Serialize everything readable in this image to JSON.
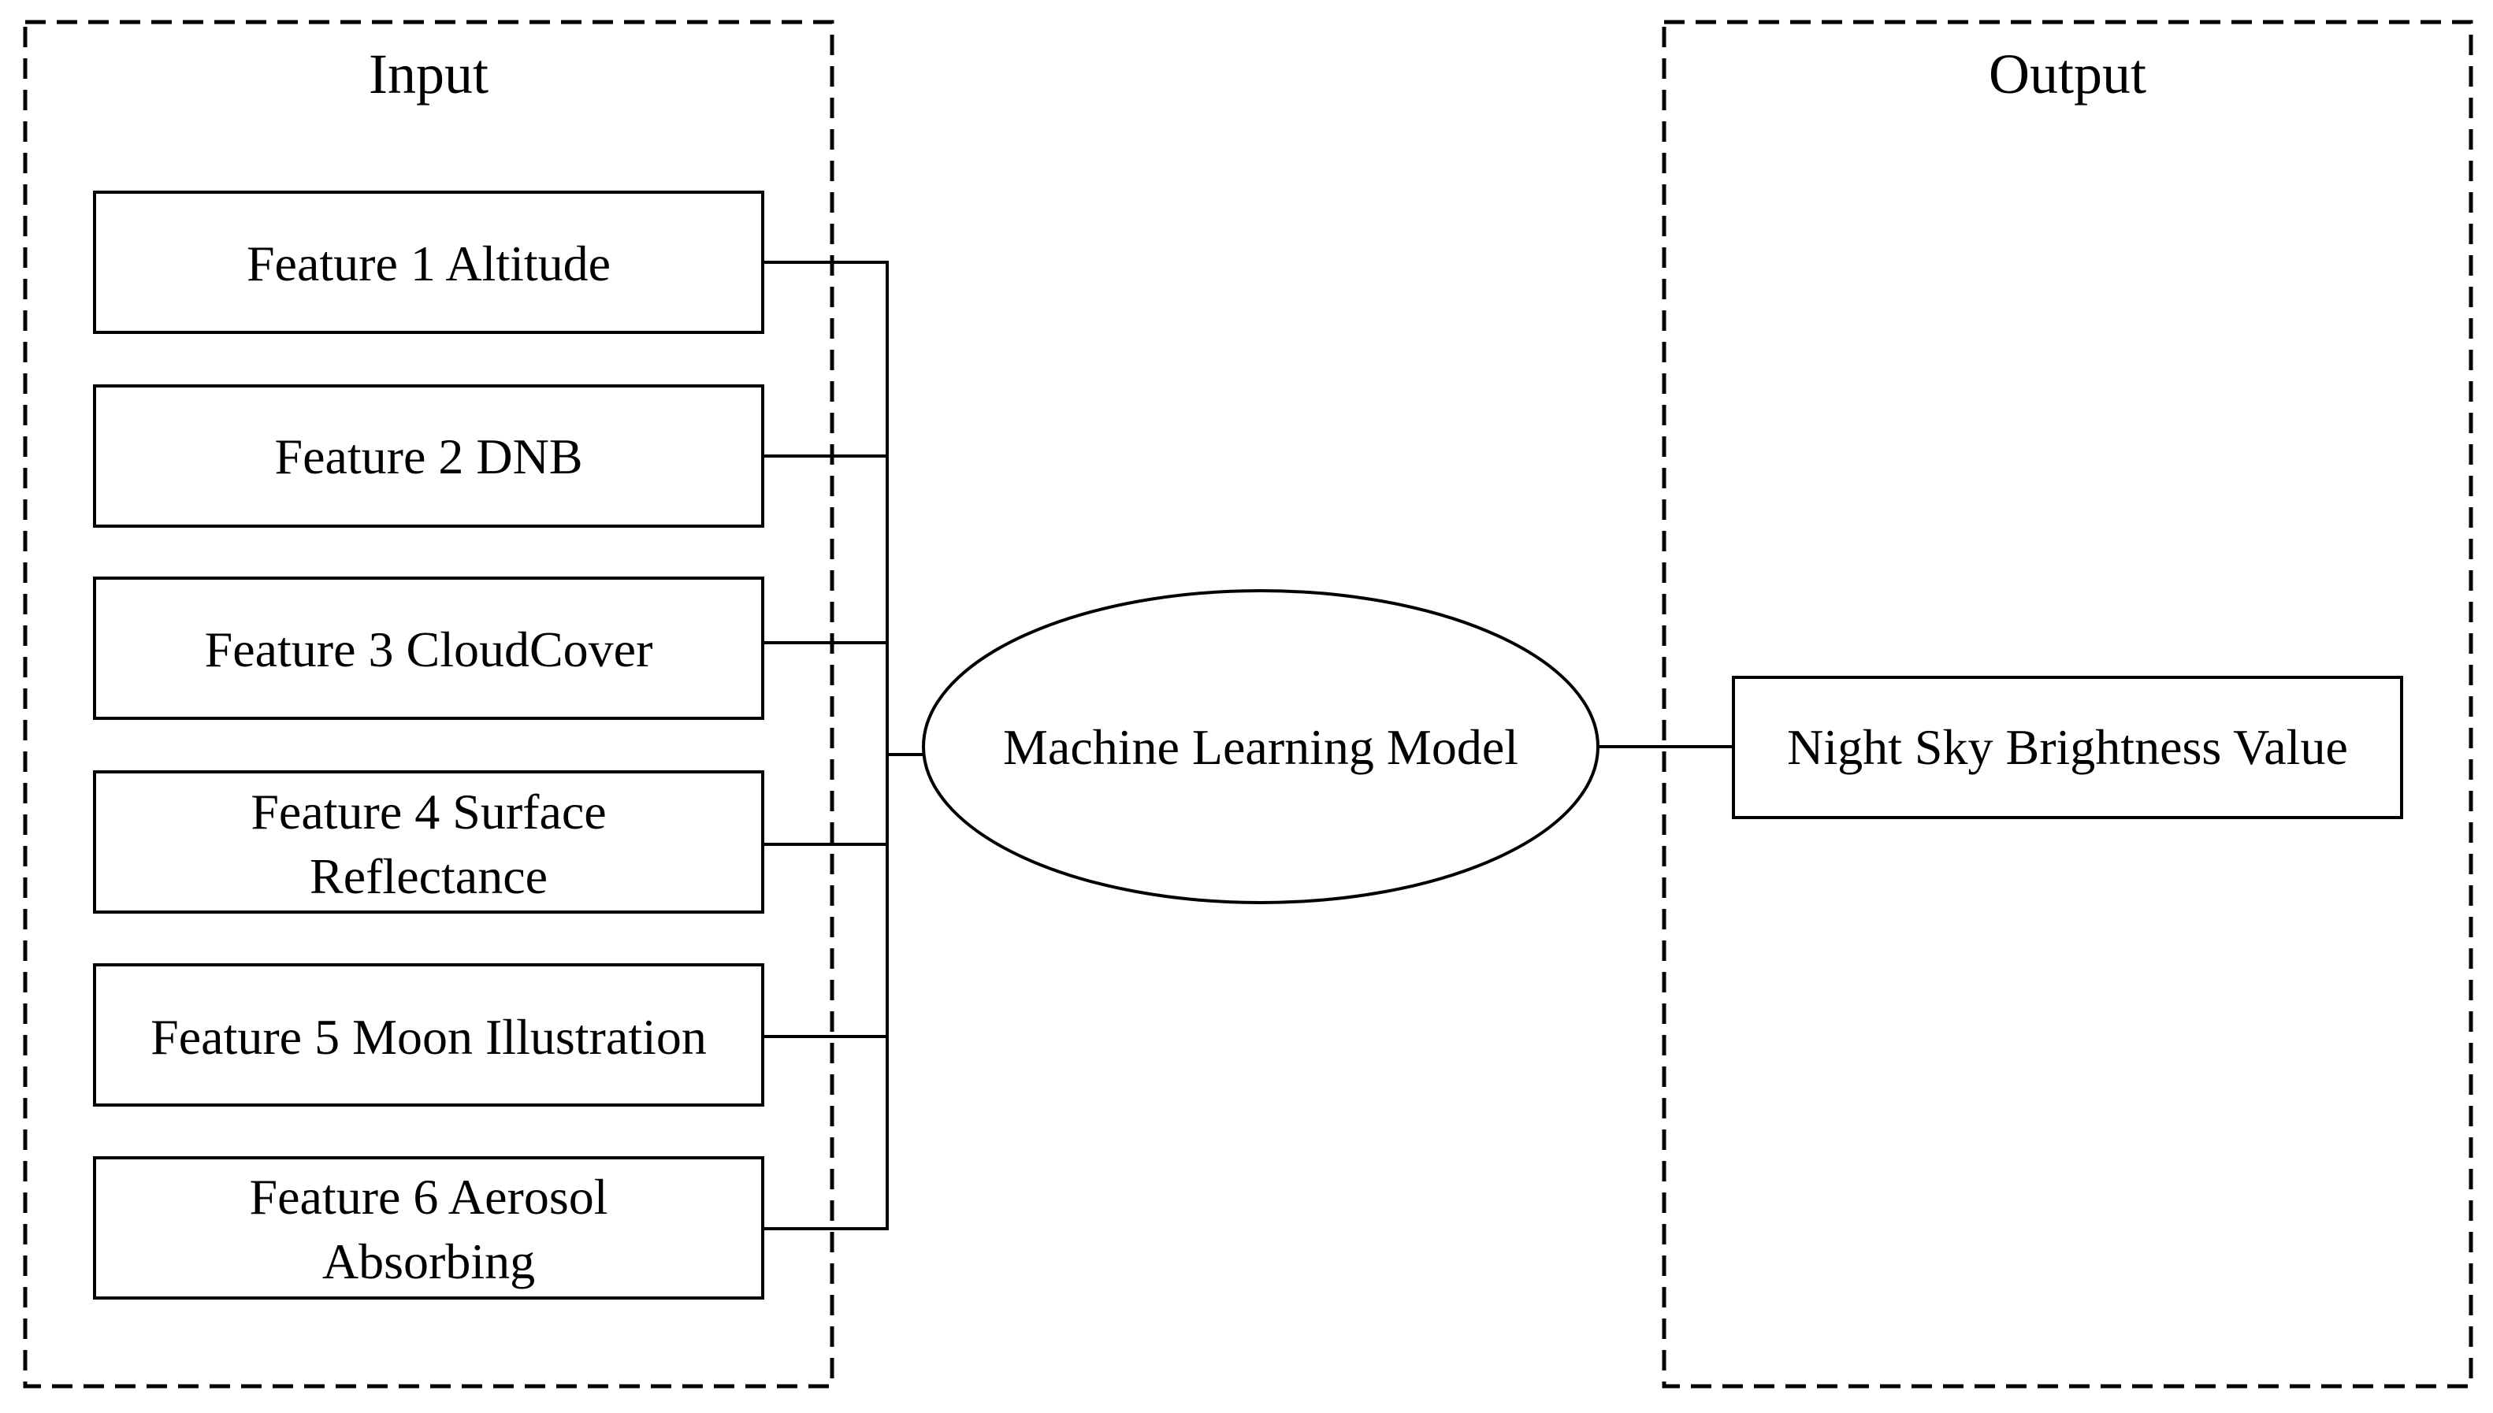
{
  "input_group": {
    "title": "Input",
    "features": [
      {
        "lines": [
          "Feature 1 Altitude"
        ]
      },
      {
        "lines": [
          "Feature 2 DNB"
        ]
      },
      {
        "lines": [
          "Feature 3 CloudCover"
        ]
      },
      {
        "lines": [
          "Feature 4 Surface",
          "Reflectance"
        ]
      },
      {
        "lines": [
          "Feature 5 Moon Illustration"
        ]
      },
      {
        "lines": [
          "Feature 6 Aerosol",
          "Absorbing"
        ]
      }
    ]
  },
  "model": {
    "label": "Machine Learning Model"
  },
  "output_group": {
    "title": "Output",
    "result_label": "Night Sky Brightness Value"
  },
  "colors": {
    "stroke": "#000000",
    "background": "#ffffff"
  }
}
